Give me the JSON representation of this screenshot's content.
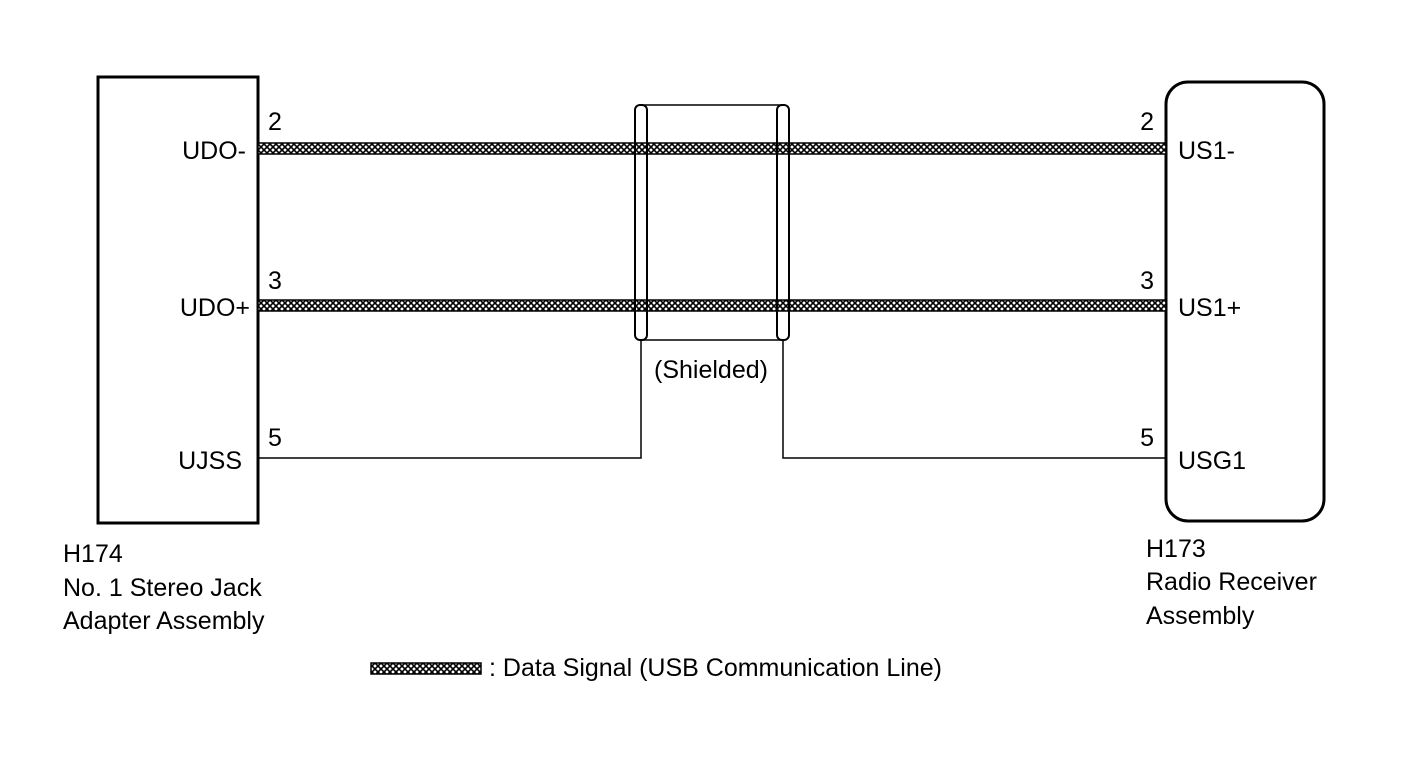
{
  "left_component": {
    "code": "H174",
    "name_line1": "No. 1 Stereo Jack",
    "name_line2": "Adapter Assembly",
    "terminals": [
      {
        "pin": "2",
        "name": "UDO-"
      },
      {
        "pin": "3",
        "name": "UDO+"
      },
      {
        "pin": "5",
        "name": "UJSS"
      }
    ]
  },
  "right_component": {
    "code": "H173",
    "name_line1": "Radio Receiver",
    "name_line2": "Assembly",
    "terminals": [
      {
        "pin": "2",
        "name": "US1-"
      },
      {
        "pin": "3",
        "name": "US1+"
      },
      {
        "pin": "5",
        "name": "USG1"
      }
    ]
  },
  "shield": {
    "label": "(Shielded)"
  },
  "legend": {
    "text": ": Data Signal (USB Communication Line)"
  },
  "colors": {
    "line": "#000000",
    "background": "#ffffff"
  }
}
